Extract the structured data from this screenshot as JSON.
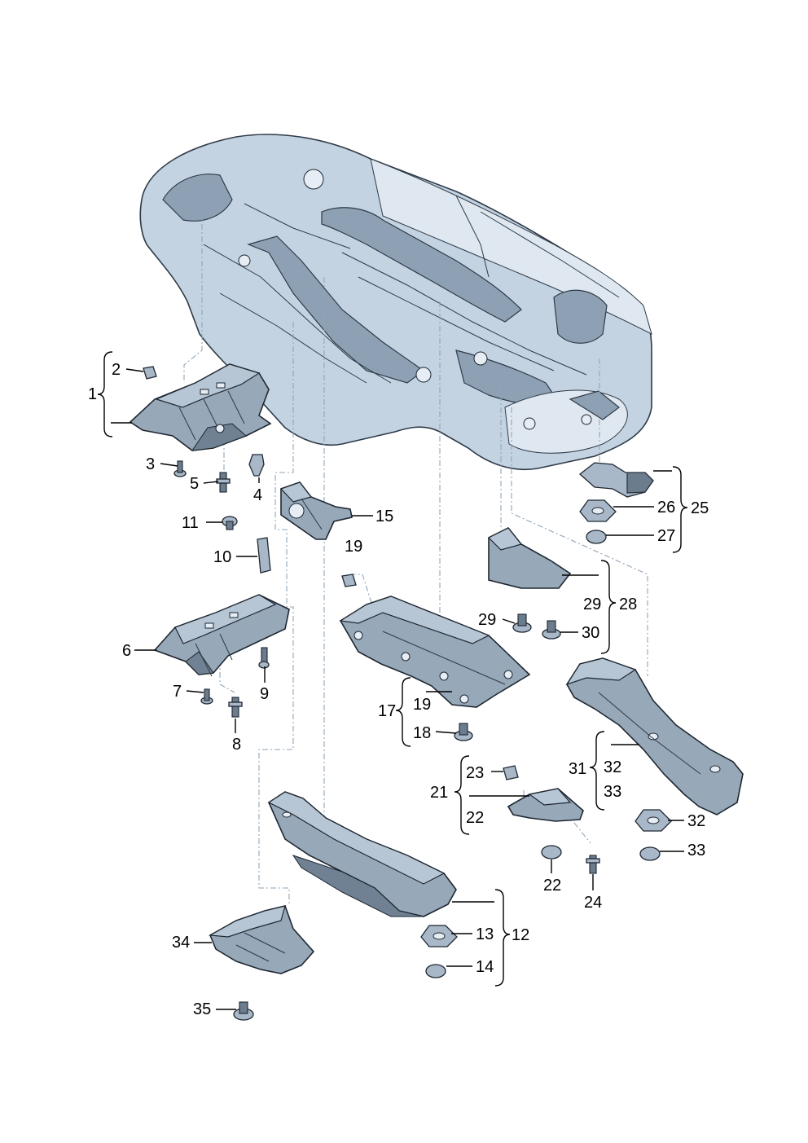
{
  "callouts": [
    {
      "id": "c1",
      "text": "1"
    },
    {
      "id": "c2",
      "text": "2"
    },
    {
      "id": "c3",
      "text": "3"
    },
    {
      "id": "c4",
      "text": "4"
    },
    {
      "id": "c5",
      "text": "5"
    },
    {
      "id": "c6",
      "text": "6"
    },
    {
      "id": "c7",
      "text": "7"
    },
    {
      "id": "c8",
      "text": "8"
    },
    {
      "id": "c9",
      "text": "9"
    },
    {
      "id": "c10",
      "text": "10"
    },
    {
      "id": "c11",
      "text": "11"
    },
    {
      "id": "c12",
      "text": "12"
    },
    {
      "id": "c13",
      "text": "13"
    },
    {
      "id": "c14",
      "text": "14"
    },
    {
      "id": "c15",
      "text": "15"
    },
    {
      "id": "c17",
      "text": "17"
    },
    {
      "id": "c18",
      "text": "18"
    },
    {
      "id": "c19a",
      "text": "19"
    },
    {
      "id": "c19b",
      "text": "19"
    },
    {
      "id": "c21",
      "text": "21"
    },
    {
      "id": "c22a",
      "text": "22"
    },
    {
      "id": "c22b",
      "text": "22"
    },
    {
      "id": "c23",
      "text": "23"
    },
    {
      "id": "c24",
      "text": "24"
    },
    {
      "id": "c25",
      "text": "25"
    },
    {
      "id": "c26",
      "text": "26"
    },
    {
      "id": "c27",
      "text": "27"
    },
    {
      "id": "c28",
      "text": "28"
    },
    {
      "id": "c29a",
      "text": "29"
    },
    {
      "id": "c29b",
      "text": "29"
    },
    {
      "id": "c30",
      "text": "30"
    },
    {
      "id": "c31",
      "text": "31"
    },
    {
      "id": "c32a",
      "text": "32"
    },
    {
      "id": "c32b",
      "text": "32"
    },
    {
      "id": "c33a",
      "text": "33"
    },
    {
      "id": "c33b",
      "text": "33"
    },
    {
      "id": "c34",
      "text": "34"
    },
    {
      "id": "c35",
      "text": "35"
    }
  ],
  "colors": {
    "body": "#c4d3e2",
    "panel": "#97a8b9",
    "outline": "#1e2731",
    "leader_dashed": "#8fa5b8"
  }
}
